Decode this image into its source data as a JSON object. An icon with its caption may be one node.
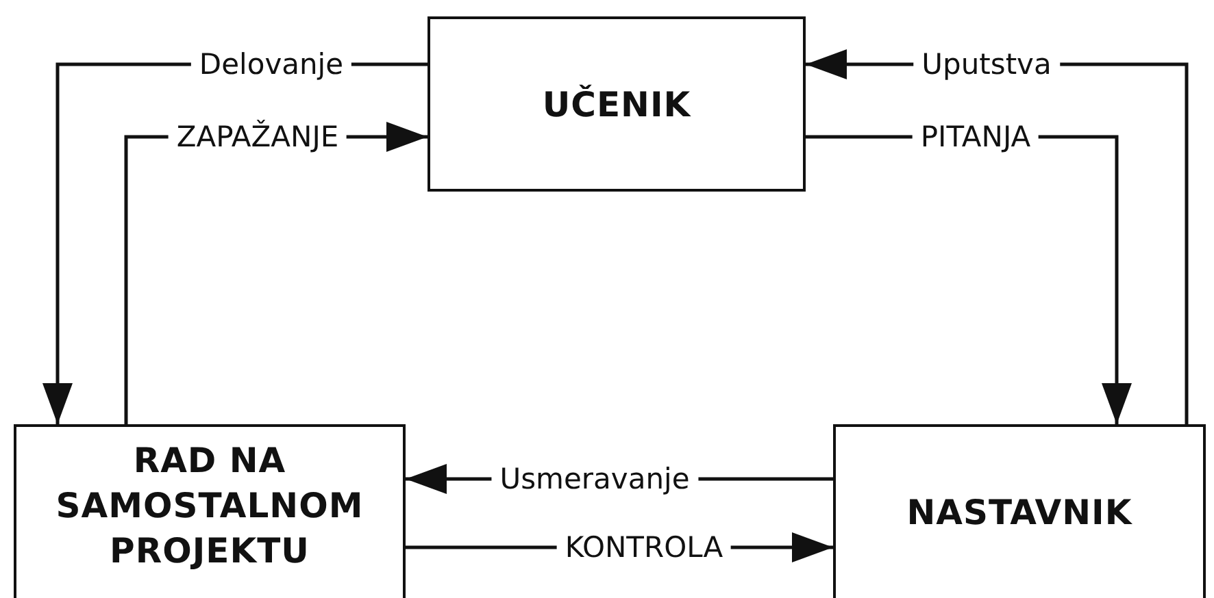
{
  "diagram": {
    "nodes": [
      {
        "text": [
          "UČENIK"
        ]
      },
      {
        "text": [
          "RAD NA SAMOSTALNOM PROJEKTU"
        ]
      },
      {
        "text": [
          "NASTAVNIK"
        ]
      }
    ],
    "edges": [
      {
        "from": 0,
        "to": 1,
        "arrow": "to",
        "label": "Delovanje"
      },
      {
        "from": 1,
        "to": 0,
        "arrow": "to",
        "label": "ZAPAŽANJE"
      },
      {
        "from": 2,
        "to": 0,
        "arrow": "to",
        "label": "Uputstva"
      },
      {
        "from": 0,
        "to": 2,
        "arrow": "to",
        "label": "PITANJA"
      },
      {
        "from": 2,
        "to": 1,
        "arrow": "to",
        "label": "Usmeravanje"
      },
      {
        "from": 1,
        "to": 2,
        "arrow": "to",
        "label": "KONTROLA"
      }
    ]
  }
}
